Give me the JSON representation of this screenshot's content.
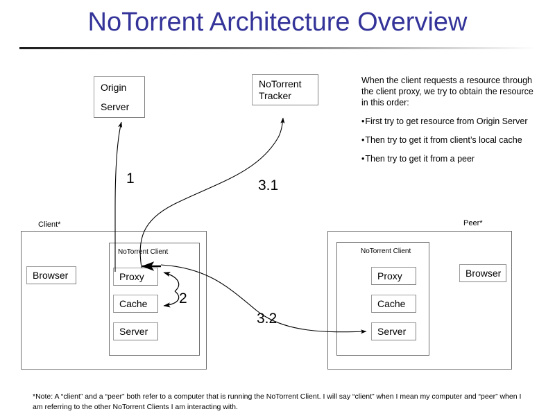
{
  "slide": {
    "title": "NoTorrent Architecture Overview"
  },
  "explainer": {
    "intro": "When the client requests a resource through the client proxy, we try to obtain the resource in this order:",
    "bullets": [
      "First try to get resource from Origin Server",
      "Then try to get it from client’s local cache",
      "Then try to get it from a peer"
    ]
  },
  "nodes": {
    "origin_server": {
      "line1": "Origin",
      "line2": "Server"
    },
    "tracker": {
      "line1": "NoTorrent",
      "line2": "Tracker"
    }
  },
  "client": {
    "label": "Client*",
    "browser": "Browser",
    "ntc_title": "NoTorrent Client",
    "components": [
      "Proxy",
      "Cache",
      "Server"
    ]
  },
  "peer": {
    "label": "Peer*",
    "browser": "Browser",
    "ntc_title": "NoTorrent Client",
    "components": [
      "Proxy",
      "Cache",
      "Server"
    ]
  },
  "flows": [
    {
      "id": "1",
      "label": "1",
      "from": "client-proxy",
      "to": "origin-server"
    },
    {
      "id": "3.1",
      "label": "3.1",
      "from": "client-proxy",
      "to": "tracker"
    },
    {
      "id": "2",
      "label": "2",
      "from": "client-proxy",
      "to": "client-cache"
    },
    {
      "id": "3.2",
      "label": "3.2",
      "from": "client-proxy",
      "to": "peer-server"
    }
  ],
  "footnote": "*Note: A “client” and a “peer” both refer to a computer that is running the NoTorrent Client.  I will say “client” when I mean my computer and “peer” when I am referring to the other NoTorrent Clients I am interacting with.",
  "colors": {
    "title": "#333399",
    "box_border": "#7f7f7f",
    "container_border": "#6e6e6e",
    "arrow": "#000000",
    "background": "#ffffff"
  }
}
